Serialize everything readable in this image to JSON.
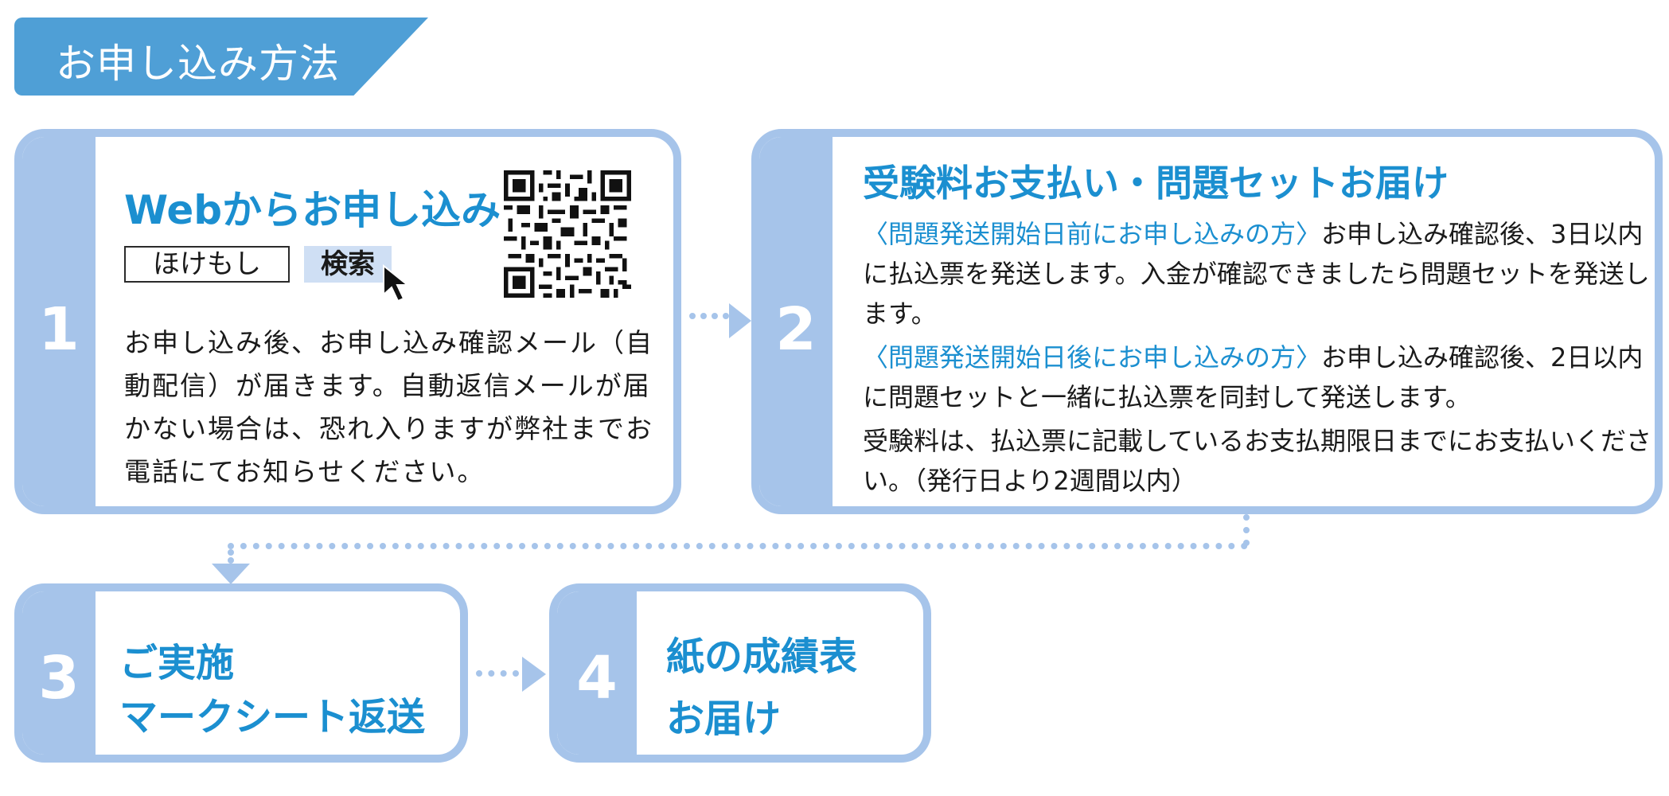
{
  "header": {
    "title": "お申し込み方法"
  },
  "colors": {
    "accent_blue": "#1b8fd0",
    "band_blue": "#a6c4ea",
    "header_blue": "#4f9fd6"
  },
  "steps": [
    {
      "number": "1",
      "title": "Webからお申し込み",
      "search_text": "ほけもし",
      "search_button": "検索",
      "qr_icon": "qr-code-icon",
      "body": "お申し込み後、お申し込み確認メール（自動配信）が届きます。自動返信メールが届かない場合は、恐れ入りますが弊社までお電話にてお知らせください。"
    },
    {
      "number": "2",
      "title": "受験料お支払い・問題セットお届け",
      "para1_highlight": "〈問題発送開始日前にお申し込みの方〉",
      "para1_text": "お申し込み確認後、3日以内に払込票を発送します。入金が確認できましたら問題セットを発送します。",
      "para2_highlight": "〈問題発送開始日後にお申し込みの方〉",
      "para2_text": "お申し込み確認後、2日以内に問題セットと一緒に払込票を同封して発送します。",
      "para3_text": "受験料は、払込票に記載しているお支払期限日までにお支払いください。（発行日より2週間以内）"
    },
    {
      "number": "3",
      "line1": "ご実施",
      "line2": "マークシート返送"
    },
    {
      "number": "4",
      "line1": "紙の成績表",
      "line2": "お届け"
    }
  ]
}
